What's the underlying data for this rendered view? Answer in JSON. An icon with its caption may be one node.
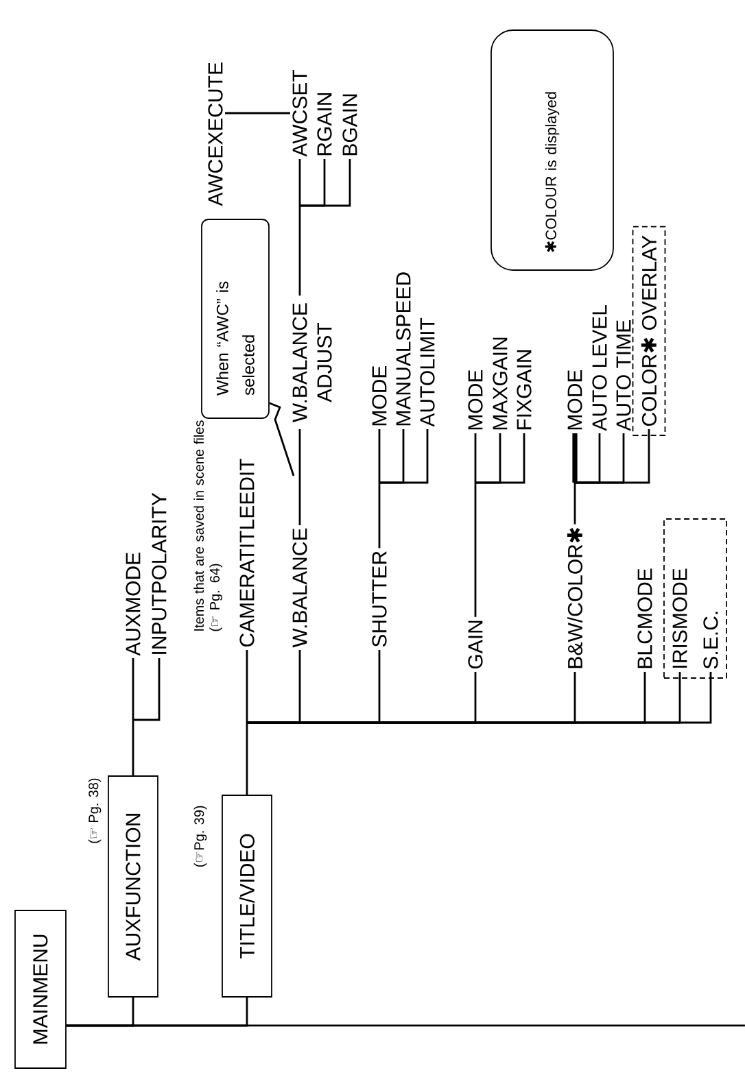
{
  "diagram": {
    "nodes": [
      {
        "text": [
          "MAINMENU"
        ]
      },
      {
        "text": [
          "AUXFUNCTION"
        ],
        "beside": [
          "(☞ Pg. 38)"
        ]
      },
      {
        "text": [
          "AUXMODE"
        ]
      },
      {
        "text": [
          "INPUTPOLARITY"
        ]
      },
      {
        "text": [
          "TITLE/VIDEO"
        ],
        "beside": [
          "(☞Pg. 39)"
        ]
      },
      {
        "text": [
          "CAMERATITLEEDIT"
        ]
      },
      {
        "text": [
          "W.BALANCE"
        ]
      },
      {
        "text": [
          "W.BALANCE ADJUST"
        ]
      },
      {
        "text": [
          "AWCSET"
        ]
      },
      {
        "text": [
          "RGAIN"
        ]
      },
      {
        "text": [
          "BGAIN"
        ]
      },
      {
        "text": [
          "AWCEXECUTE"
        ]
      },
      {
        "text": [
          "When “AWC” is selected"
        ]
      },
      {
        "text": [
          "SHUTTER"
        ]
      },
      {
        "text": [
          "MODE"
        ]
      },
      {
        "text": [
          "MANUALSPEED"
        ]
      },
      {
        "text": [
          "AUTOLIMIT"
        ]
      },
      {
        "text": [
          "GAIN"
        ]
      },
      {
        "text": [
          "MODE"
        ]
      },
      {
        "text": [
          "MAXGAIN"
        ]
      },
      {
        "text": [
          "FIXGAIN"
        ]
      },
      {
        "text": [
          "B&W/COLOR✱"
        ]
      },
      {
        "text": [
          "MODE"
        ]
      },
      {
        "text": [
          "AUTO LEVEL"
        ]
      },
      {
        "text": [
          "AUTO TIME"
        ]
      },
      {
        "text": [],
        "shape": "box"
      },
      {
        "text": [
          "COLOR✱ OVERLAY"
        ],
        "in": 25
      },
      {
        "text": [
          "✱COLOUR is displayed"
        ]
      },
      {
        "text": [
          "BLCMODE"
        ]
      },
      {
        "text": [],
        "shape": "box"
      },
      {
        "text": [
          "IRISMODE"
        ],
        "in": 29
      },
      {
        "text": [
          "S.E.C."
        ],
        "in": 29
      }
    ],
    "edges": [
      {
        "from": 0,
        "to": 1,
        "arrow": "none"
      },
      {
        "from": 0,
        "to": 4,
        "arrow": "none"
      },
      {
        "from": 0,
        "to": null,
        "arrow": "none"
      },
      {
        "from": 1,
        "to": 2,
        "arrow": "none"
      },
      {
        "from": 1,
        "to": 3,
        "arrow": "none"
      },
      {
        "from": 4,
        "to": 5,
        "arrow": "none"
      },
      {
        "from": 4,
        "to": 6,
        "arrow": "none"
      },
      {
        "from": 6,
        "to": 7,
        "arrow": "none"
      },
      {
        "from": 7,
        "to": 8,
        "arrow": "none"
      },
      {
        "from": 7,
        "to": 9,
        "arrow": "none"
      },
      {
        "from": 7,
        "to": 10,
        "arrow": "none"
      },
      {
        "from": 8,
        "to": 11,
        "arrow": "none"
      },
      {
        "from": 12,
        "to": null,
        "arrow": "none"
      },
      {
        "from": 4,
        "to": 13,
        "arrow": "none"
      },
      {
        "from": 13,
        "to": 14,
        "arrow": "none"
      },
      {
        "from": 13,
        "to": 15,
        "arrow": "none"
      },
      {
        "from": 13,
        "to": 16,
        "arrow": "none"
      },
      {
        "from": 4,
        "to": 17,
        "arrow": "none"
      },
      {
        "from": 17,
        "to": 18,
        "arrow": "none"
      },
      {
        "from": 17,
        "to": 19,
        "arrow": "none"
      },
      {
        "from": 17,
        "to": 20,
        "arrow": "none"
      },
      {
        "from": 4,
        "to": 21,
        "arrow": "none"
      },
      {
        "from": 21,
        "to": 22,
        "arrow": "none",
        "style": "thick"
      },
      {
        "from": 21,
        "to": 23,
        "arrow": "none"
      },
      {
        "from": 21,
        "to": 24,
        "arrow": "none"
      },
      {
        "from": 21,
        "to": 26,
        "arrow": "none"
      },
      {
        "from": 4,
        "to": 28,
        "arrow": "none"
      },
      {
        "from": 4,
        "to": 30,
        "arrow": "none"
      },
      {
        "from": 4,
        "to": 31,
        "arrow": "none"
      }
    ],
    "labels": [
      "Items that are saved in scene files (☞ Pg. 64)"
    ]
  }
}
